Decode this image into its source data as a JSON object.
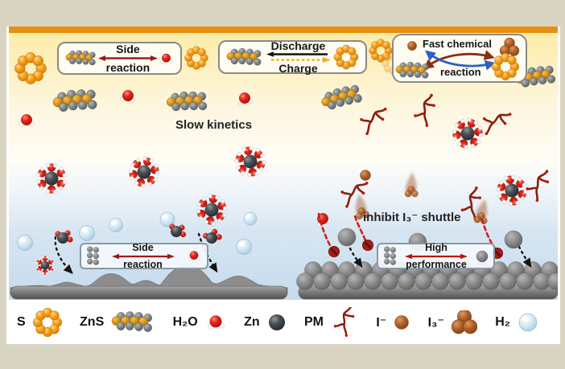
{
  "figure": {
    "boxes": {
      "side_reaction_top": {
        "line1": "Side",
        "line2": "reaction"
      },
      "discharge_charge": {
        "discharge": "Discharge",
        "charge": "Charge"
      },
      "fast_chemical": {
        "line1": "Fast chemical",
        "line2": "reaction"
      },
      "side_reaction_bottom": {
        "line1": "Side",
        "line2": "reaction"
      },
      "high_performance": {
        "line1": "High",
        "line2": "performance"
      }
    },
    "labels": {
      "slow_kinetics": "Slow kinetics",
      "inhibit_shuttle": "inhibit I₃⁻ shuttle"
    },
    "legend": {
      "items": [
        {
          "label": "S",
          "icon": "s8-ring-icon"
        },
        {
          "label": "ZnS",
          "icon": "zns-cluster-icon"
        },
        {
          "label": "H₂O",
          "icon": "water-molecule-icon"
        },
        {
          "label": "Zn",
          "icon": "zn-atom-icon"
        },
        {
          "label": "PM",
          "icon": "pm-polymer-icon"
        },
        {
          "label": "I⁻",
          "icon": "iodide-icon"
        },
        {
          "label": "I₃⁻",
          "icon": "triiodide-icon"
        },
        {
          "label": "H₂",
          "icon": "h2-bubble-icon"
        }
      ]
    },
    "colors": {
      "frame_beige": "#d9d3c1",
      "top_bar_orange": "#e88f10",
      "sulfur_orange": "#f59b0b",
      "zns_orange": "#dd9413",
      "zn_gray": "#4a5055",
      "water_red": "#e3261a",
      "pm_dark_red": "#8c1d10",
      "iodine_brown": "#b2622b",
      "h2_blue": "#cfe6f2",
      "reaction_arrow_red": "#9b1b1b",
      "charge_arrow_yellow": "#f2b01e",
      "fast_forward_arrow": "#8a2c0f",
      "fast_reverse_arrow": "#2f5fc4",
      "electrode_gray": "#8a8a8a"
    }
  }
}
